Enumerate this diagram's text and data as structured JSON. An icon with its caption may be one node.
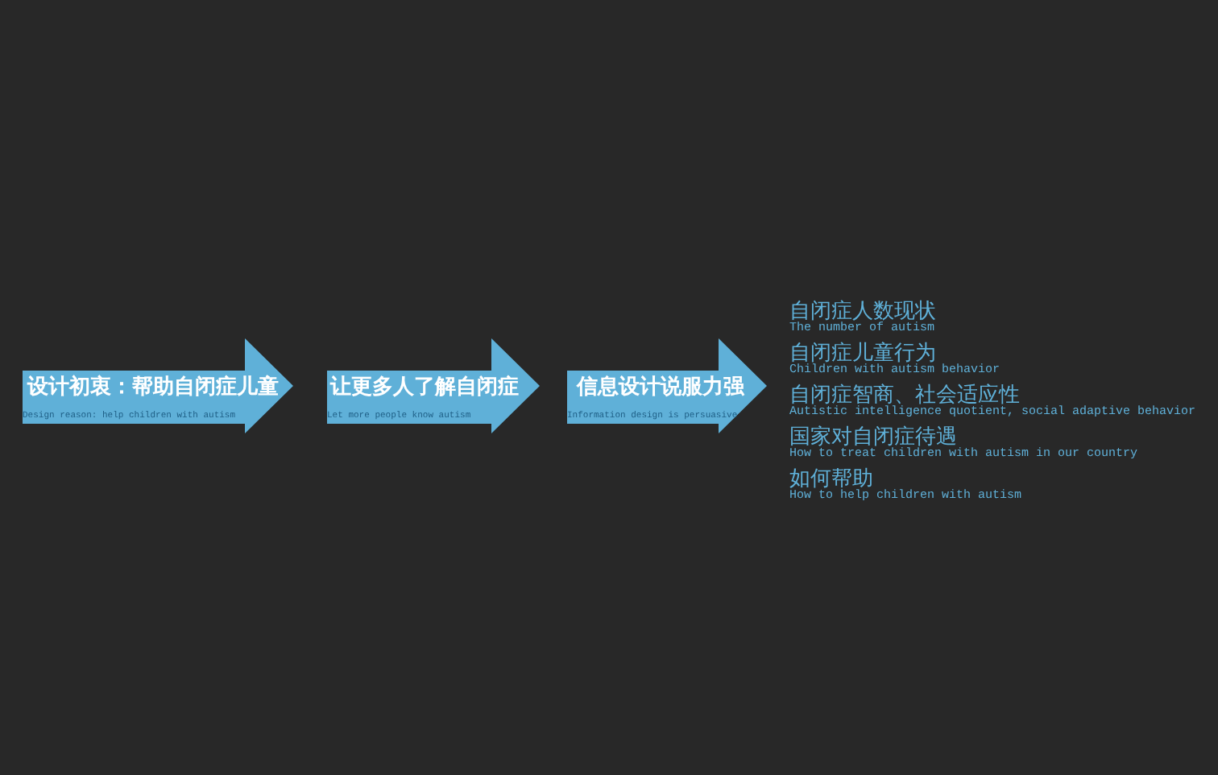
{
  "diagram": {
    "nodes": [
      {
        "text": [
          "设计初衷：帮助自闭症儿童",
          "Design reason: help children with autism"
        ]
      },
      {
        "text": [
          "让更多人了解自闭症",
          "Let more people know autism"
        ]
      },
      {
        "text": [
          "信息设计说服力强",
          "Information design is persuasive"
        ]
      }
    ],
    "labels": [
      "自闭症人数现状",
      "The number of autism",
      "自闭症儿童行为",
      "Children with autism behavior",
      "自闭症智商、社会适应性",
      "Autistic intelligence quotient, social adaptive behavior",
      "国家对自闭症待遇",
      "How to treat children with autism in our country",
      "如何帮助",
      "How to help children with autism"
    ]
  }
}
